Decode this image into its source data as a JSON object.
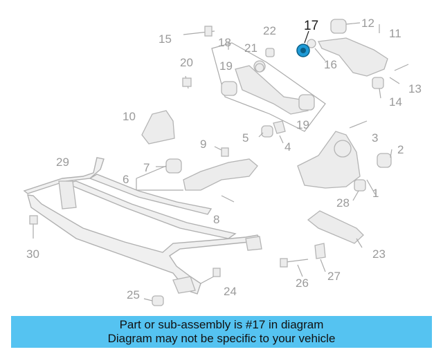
{
  "highlighted_part": "17",
  "callouts": [
    "1",
    "2",
    "3",
    "4",
    "5",
    "6",
    "7",
    "8",
    "9",
    "10",
    "11",
    "12",
    "13",
    "14",
    "15",
    "16",
    "17",
    "18",
    "19",
    "19",
    "20",
    "21",
    "22",
    "23",
    "24",
    "25",
    "26",
    "27",
    "28",
    "29",
    "30"
  ],
  "banner": {
    "line1": "Part or sub-assembly is #17 in diagram",
    "line2": "Diagram may not be specific to your vehicle"
  },
  "colors": {
    "banner": "#55c3f1",
    "highlight": "#1e9ad6"
  }
}
